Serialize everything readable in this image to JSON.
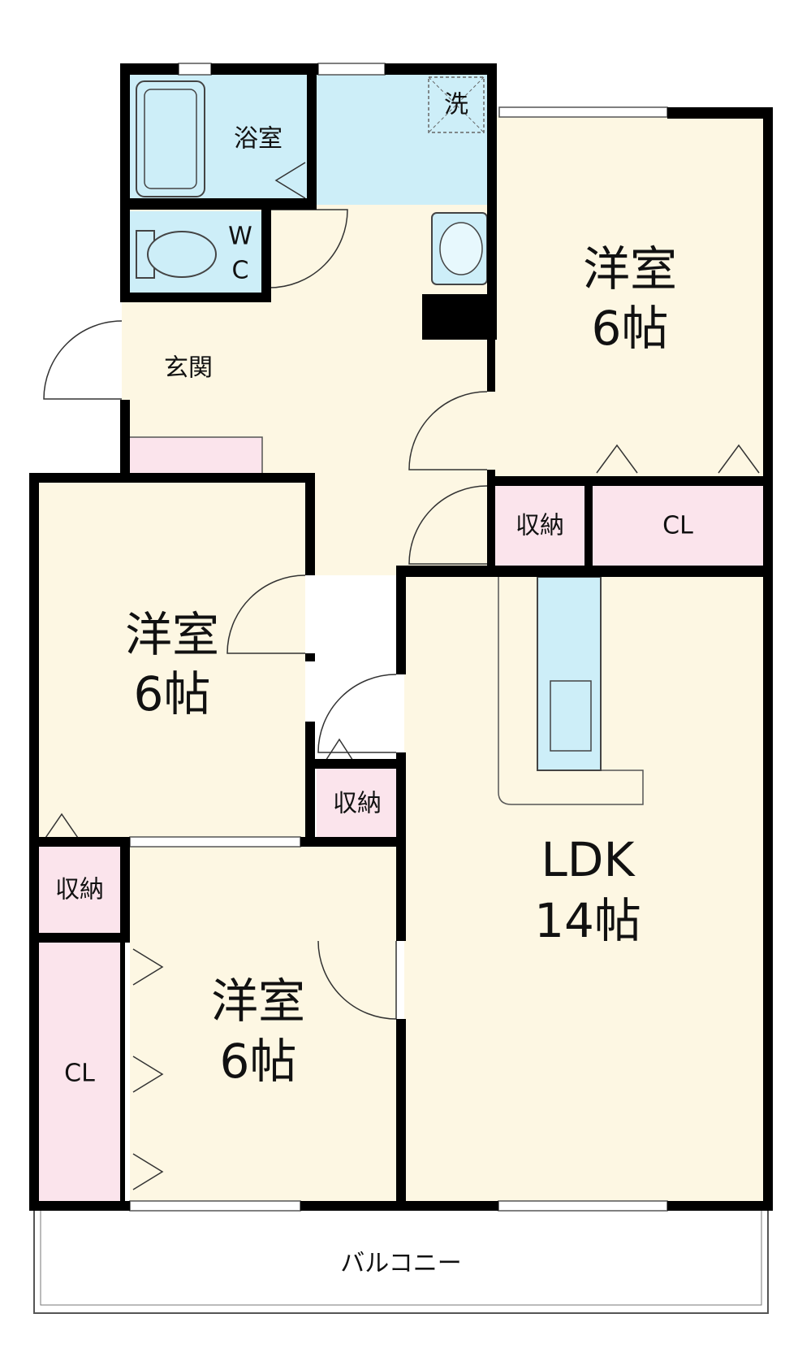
{
  "colors": {
    "room": "#fdf7e3",
    "storage": "#fbe4ec",
    "wet": "#cdeef8",
    "wall": "#000000"
  },
  "rooms": {
    "bath": "浴室",
    "washer": "洗",
    "wc_w": "W",
    "wc_c": "C",
    "entrance": "玄関",
    "western_ne": {
      "name": "洋室",
      "size": "6帖"
    },
    "western_w": {
      "name": "洋室",
      "size": "6帖"
    },
    "western_sw": {
      "name": "洋室",
      "size": "6帖"
    },
    "ldk": {
      "name": "LDK",
      "size": "14帖"
    },
    "storage_ne": "収納",
    "closet_ne": "CL",
    "storage_mid": "収納",
    "storage_w": "収納",
    "closet_sw": "CL",
    "balcony": "バルコニー"
  }
}
